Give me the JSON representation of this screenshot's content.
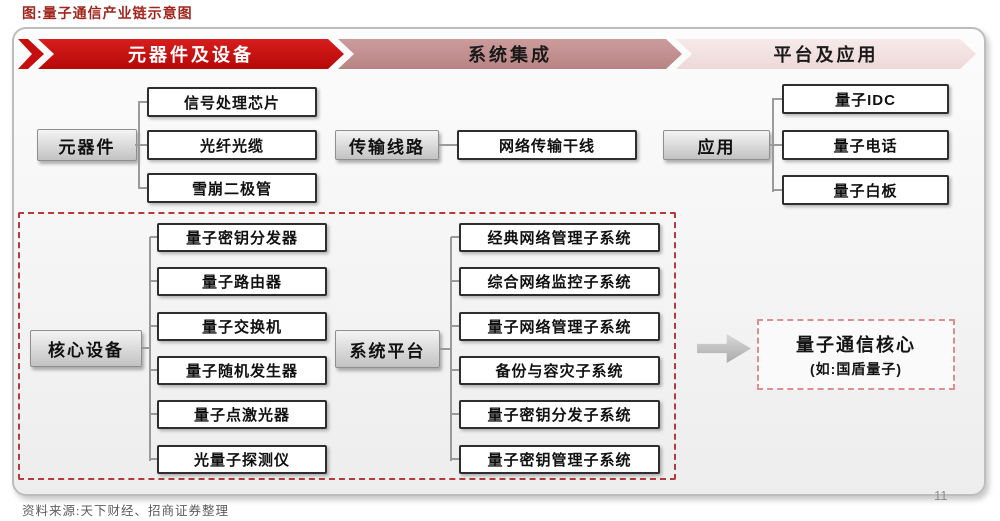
{
  "page": {
    "title": "图:量子通信产业链示意图",
    "source": "资料来源:天下财经、招商证券整理",
    "page_number": "11"
  },
  "banners": [
    {
      "label": "元器件及设备",
      "fill": "#c50f0f",
      "text_color": "#ffffff"
    },
    {
      "label": "系统集成",
      "fill": "#c49292",
      "text_color": "#1a1a1a"
    },
    {
      "label": "平台及应用",
      "fill": "#f3e3e3",
      "text_color": "#1a1a1a"
    }
  ],
  "top_row": {
    "components": {
      "label": "元器件",
      "items": [
        "信号处理芯片",
        "光纤光缆",
        "雪崩二极管"
      ]
    },
    "transmission": {
      "label": "传输线路",
      "trunk": "网络传输干线"
    },
    "application": {
      "label": "应用",
      "items": [
        "量子IDC",
        "量子电话",
        "量子白板"
      ]
    }
  },
  "bottom": {
    "core_equipment": {
      "label": "核心设备",
      "items": [
        "量子密钥分发器",
        "量子路由器",
        "量子交换机",
        "量子随机发生器",
        "量子点激光器",
        "光量子探测仪"
      ]
    },
    "system_platform": {
      "label": "系统平台",
      "items": [
        "经典网络管理子系统",
        "综合网络监控子系统",
        "量子网络管理子系统",
        "备份与容灾子系统",
        "量子密钥分发子系统",
        "量子密钥管理子系统"
      ]
    },
    "callout": {
      "title": "量子通信核心",
      "subtitle": "(如:国盾量子)"
    }
  },
  "colors": {
    "banner_red": "#c50f0f",
    "banner_rose": "#c49292",
    "banner_pink": "#f3e3e3",
    "zone_dashed_border": "#b43b3b",
    "callout_dashed_border": "#dd8f8f",
    "title_red": "#a2261e",
    "connector_gray": "#9a9a9a",
    "arrow_gray": "#b6b6b6"
  }
}
